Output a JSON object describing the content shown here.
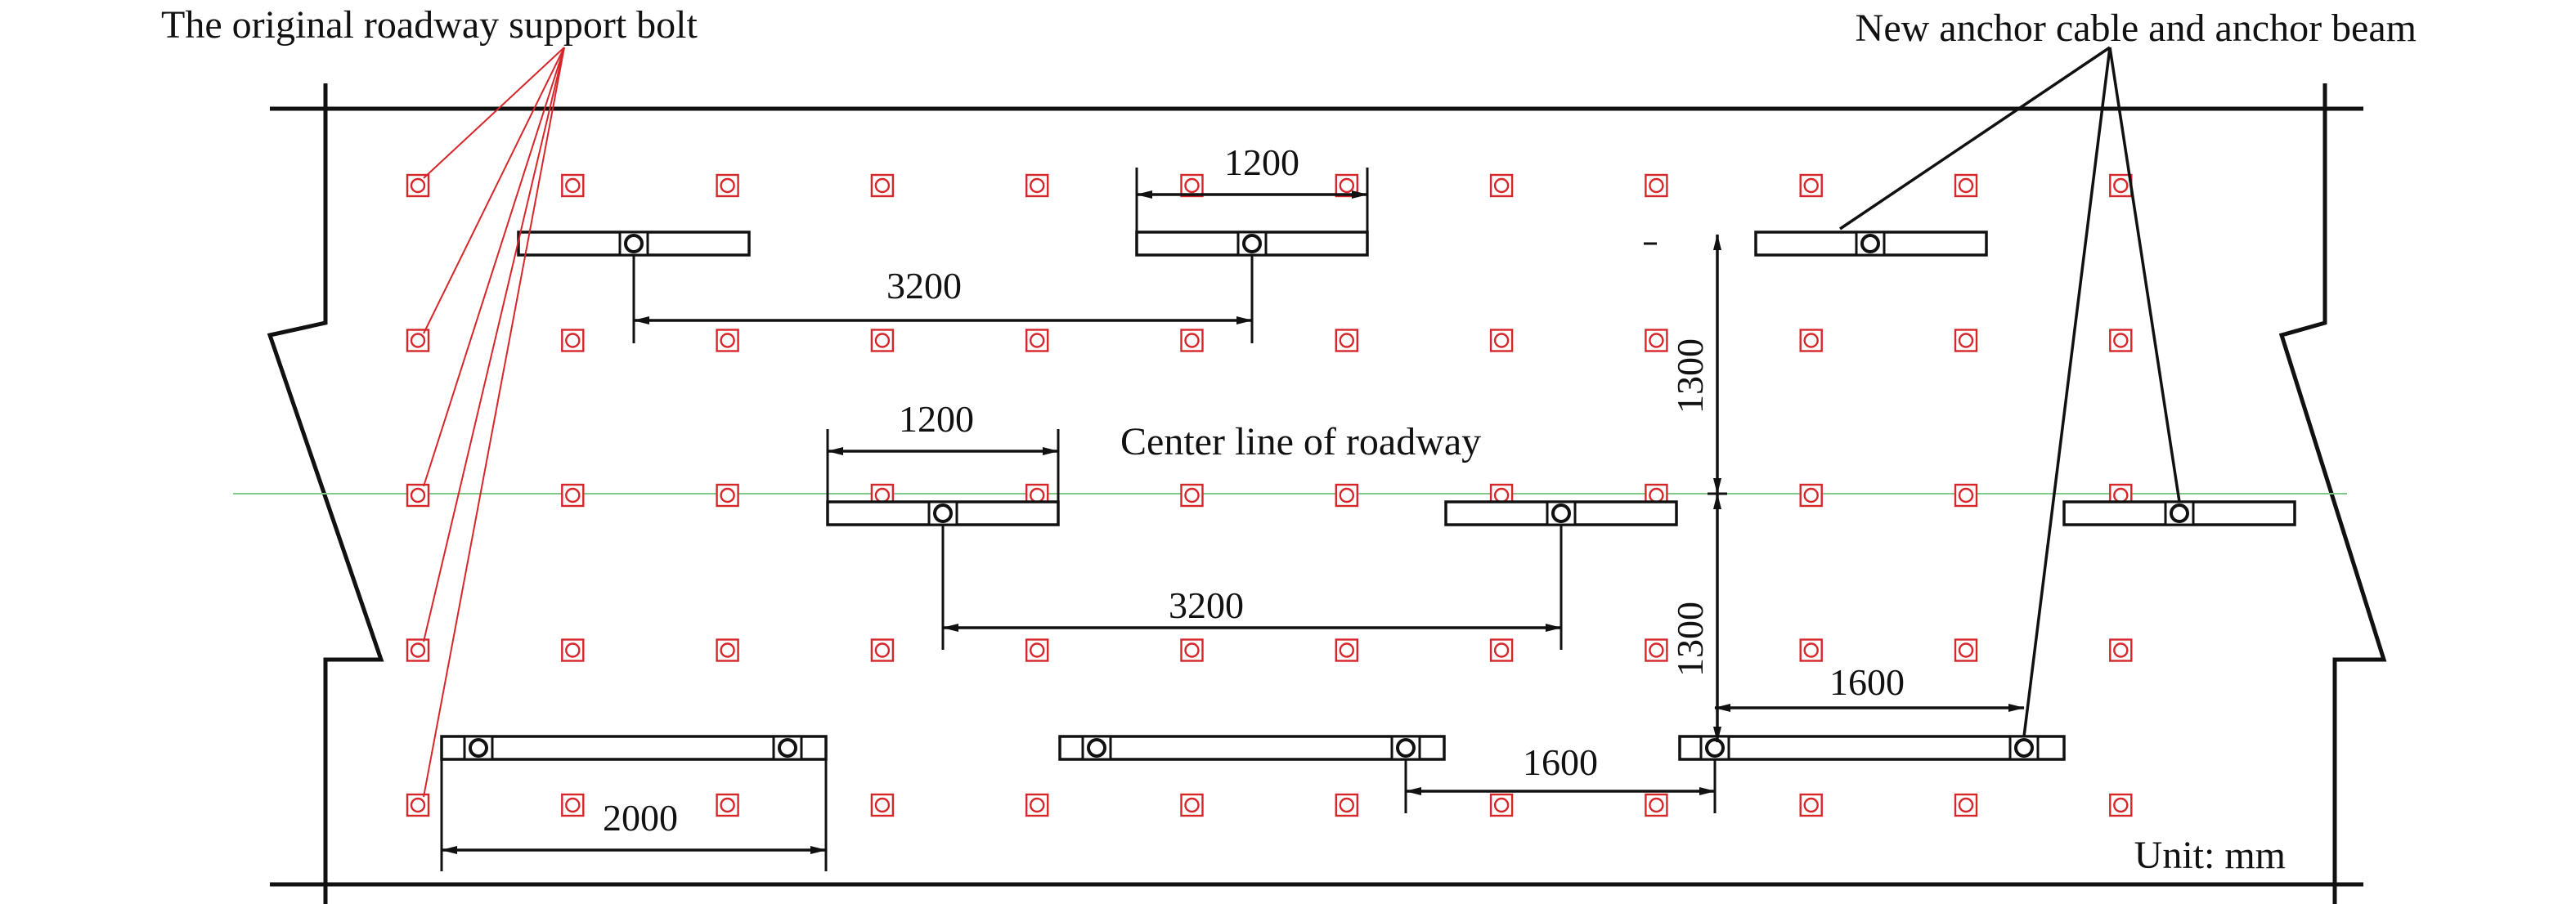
{
  "labels": {
    "bolt_callout": "The original roadway support bolt",
    "cable_callout": "New anchor cable and anchor beam",
    "centerline": "Center line of roadway",
    "unit": "Unit: mm"
  },
  "dimensions": {
    "beam_length_top": "1200",
    "beam_length_mid": "1200",
    "spacing_top": "3200",
    "spacing_mid": "3200",
    "row_spacing_upper": "1300",
    "row_spacing_lower": "1300",
    "spacing_right": "1600",
    "spacing_bottom": "1600",
    "beam_length_bottom": "2000"
  },
  "colors": {
    "bolt": "#d7262a",
    "structure": "#111111",
    "centerline": "#7fc98a"
  },
  "bolt_grid": {
    "columns": 12,
    "rows": 5
  }
}
